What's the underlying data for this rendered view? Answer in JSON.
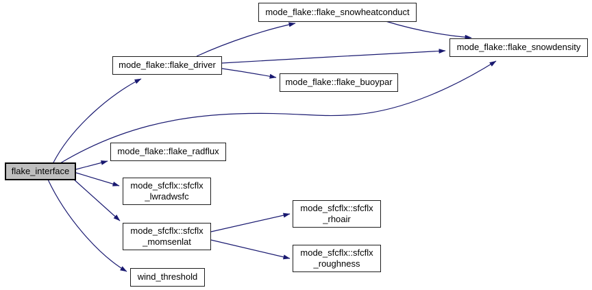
{
  "diagram": {
    "kind": "doxygen-call-graph",
    "background_color": "#ffffff",
    "edge_color": "#191970",
    "node_fill": "#ffffff",
    "node_border_color": "#1c1c1c",
    "root_node_fill": "#bfbfbf",
    "root_node_border_color": "#000000",
    "text_color": "#000000"
  },
  "nodes": [
    {
      "id": "flake_interface",
      "lines": [
        "flake_interface"
      ],
      "root": true
    },
    {
      "id": "mode_flake::flake_driver",
      "lines": [
        "mode_flake::flake_driver"
      ]
    },
    {
      "id": "mode_flake::flake_snowheatconduct",
      "lines": [
        "mode_flake::flake_snowheatconduct"
      ]
    },
    {
      "id": "mode_flake::flake_snowdensity",
      "lines": [
        "mode_flake::flake_snowdensity"
      ]
    },
    {
      "id": "mode_flake::flake_buoypar",
      "lines": [
        "mode_flake::flake_buoypar"
      ]
    },
    {
      "id": "mode_flake::flake_radflux",
      "lines": [
        "mode_flake::flake_radflux"
      ]
    },
    {
      "id": "mode_sfcflx::sfcflx_lwradwsfc",
      "lines": [
        "mode_sfcflx::sfcflx",
        "_lwradwsfc"
      ]
    },
    {
      "id": "mode_sfcflx::sfcflx_momsenlat",
      "lines": [
        "mode_sfcflx::sfcflx",
        "_momsenlat"
      ]
    },
    {
      "id": "mode_sfcflx::sfcflx_rhoair",
      "lines": [
        "mode_sfcflx::sfcflx",
        "_rhoair"
      ]
    },
    {
      "id": "mode_sfcflx::sfcflx_roughness",
      "lines": [
        "mode_sfcflx::sfcflx",
        "_roughness"
      ]
    },
    {
      "id": "wind_threshold",
      "lines": [
        "wind_threshold"
      ]
    }
  ],
  "edges": [
    {
      "from": "flake_interface",
      "to": "mode_flake::flake_driver"
    },
    {
      "from": "flake_interface",
      "to": "mode_flake::flake_snowdensity"
    },
    {
      "from": "flake_interface",
      "to": "mode_flake::flake_radflux"
    },
    {
      "from": "flake_interface",
      "to": "mode_sfcflx::sfcflx_lwradwsfc"
    },
    {
      "from": "flake_interface",
      "to": "mode_sfcflx::sfcflx_momsenlat"
    },
    {
      "from": "flake_interface",
      "to": "wind_threshold"
    },
    {
      "from": "mode_flake::flake_driver",
      "to": "mode_flake::flake_snowheatconduct"
    },
    {
      "from": "mode_flake::flake_driver",
      "to": "mode_flake::flake_snowdensity"
    },
    {
      "from": "mode_flake::flake_driver",
      "to": "mode_flake::flake_buoypar"
    },
    {
      "from": "mode_flake::flake_snowheatconduct",
      "to": "mode_flake::flake_snowdensity"
    },
    {
      "from": "mode_sfcflx::sfcflx_momsenlat",
      "to": "mode_sfcflx::sfcflx_rhoair"
    },
    {
      "from": "mode_sfcflx::sfcflx_momsenlat",
      "to": "mode_sfcflx::sfcflx_roughness"
    }
  ]
}
